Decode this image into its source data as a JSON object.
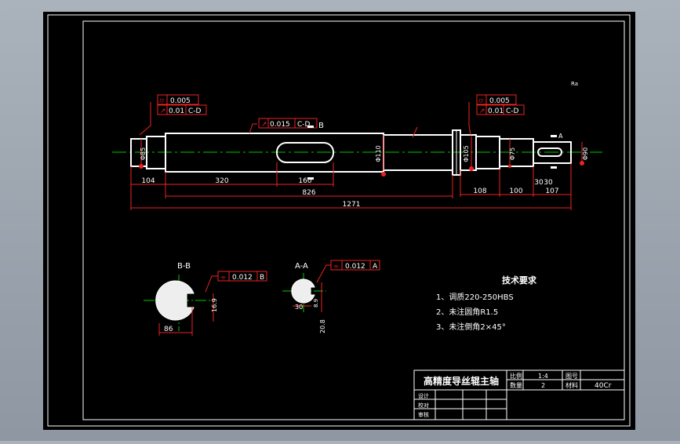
{
  "drawing": {
    "title": "高精度导丝辊主轴",
    "scale_label": "比例",
    "scale_value": "1:4",
    "drawing_no_label": "图号",
    "quantity_label": "数量",
    "quantity_value": "2",
    "material_label": "材料",
    "material_value": "40Cr",
    "sign_rows": [
      "设计",
      "校对",
      "审核"
    ]
  },
  "notes": {
    "heading": "技术要求",
    "items": [
      "1、调质220-250HBS",
      "2、未注圆角R1.5",
      "3、未注倒角2×45°"
    ]
  },
  "dimensions": {
    "d104": "104",
    "d320": "320",
    "d160": "160",
    "d826": "826",
    "d1271": "1271",
    "d108": "108",
    "d100": "100",
    "d30": "30",
    "d30b": "30",
    "d107": "107",
    "dia_left": "Φ85",
    "dia_mid": "Φ110",
    "dia_right": "Φ105",
    "dia_small": "Φ75",
    "dia_end": "Φ90",
    "sec_b_w": "86",
    "sec_b_h": "16.9",
    "sec_a_w": "20.8",
    "sec_a_h": "8.9",
    "rough": "Ra"
  },
  "tolerances": {
    "left_1_val": "0.005",
    "left_2_val": "0.01",
    "left_2_ref": "C-D",
    "mid_val": "0.015",
    "mid_ref": "C-D",
    "right_1_val": "0.005",
    "right_2_val": "0.01",
    "right_2_ref": "C-D",
    "sec_b_val": "0.012",
    "sec_b_ref": "B",
    "sec_a_val": "0.012",
    "sec_a_ref": "A"
  },
  "labels": {
    "section_b": "B-B",
    "section_a": "A-A",
    "mark_b": "B",
    "mark_a": "A"
  }
}
